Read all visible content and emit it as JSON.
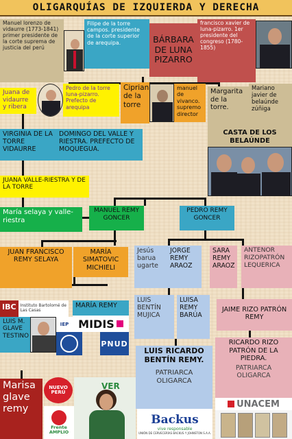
{
  "title": "OLIGARQUÍAS DE IZQUIERDA Y DERECHA",
  "nodes": {
    "manuel_vidaurre": "Manuel lorenzo de vidaurre (1773-1841) primer presidente de la corte suprema de justicia del perú",
    "felipe_torre": "Filipe de la torre campos. presidente de la corte superior de arequipa.",
    "barbara": "BÁRBARA DE LUNA PIZARRO",
    "francisco_luna": "francisco xavier de luna-pizarro. 1er presidente del congreso (1780-1855)",
    "juana_vidaurre": "Juana de vidaurre y ribera",
    "pedro_torre": "Pedro de la torre luna-pizarro. Prefecto de arequipa",
    "cipriana": "Cipriana de la torre",
    "manuel_vivanco": "manuel de vivanco. supremo director",
    "margarita": "Margarita de la torre.",
    "mariano_belaunde": "Mariano javier de belaúnde zúñiga",
    "casta_belaunde": "CASTA DE LOS BELAÚNDE",
    "virginia": "VIRGINIA DE LA TORRE VIDAURRE",
    "domingo": "DOMINGO DEL VALLE Y RIESTRA. PREFECTO DE MOQUEGUA.",
    "juana_valle": "JUANA VALLE-RIESTRA Y DE LA TORRE",
    "maria_selaya": "María selaya y valle-riestra",
    "manuel_remy": "MANUEL REMY GONCER",
    "pedro_remy": "PEDRO REMY GONCER",
    "juan_remy": "JUAN FRANCISCO REMY SELAYA",
    "maria_simatovic": "MARÍA SIMATOVIC MICHIELI",
    "jesus_barua": "Jesús barua ugarte",
    "jorge_remy": "JORGE REMY ARAOZ",
    "sara_remy": "SARA REMY ARAOZ",
    "antenor": "ANTENOR RIZOPATRÓN LEQUERICA",
    "maria_remy": "MARÍA REMY",
    "luis_glave": "LUIS M. GLAVE TESTINO",
    "luis_bentin": "LUIS BENTÍN MUJICA",
    "luisa_remy": "LUISA REMY BARÚA",
    "jaime_rizo": "JAIME RIZO PATRÓN REMY",
    "luis_ricardo": "LUIS RICARDO BENTÍN REMY.",
    "luis_ricardo_role": "PATRIARCA OLIGARCA",
    "ricardo_rizo": "RICARDO RIZO PATRÓN DE LA PIEDRA.",
    "ricardo_rizo_role": "PATRIARCA OLIGARCA",
    "marisa": "Marisa glave remy"
  },
  "logos": {
    "ibc_mark": "IBC",
    "ibc_text": "Instituto Bartolomé de Las Casas",
    "iep": "IEP",
    "midis": "MIDIS",
    "pnud": "PNUD",
    "nuevo_peru": "NUEVO PERÚ",
    "frente_amplio": "Frente AMPLIO",
    "verde": "VER",
    "backus": "Backus",
    "backus_sub": "vive responsable",
    "backus_caption": "UNIÓN DE CERVECERÍAS BACKUS Y JOHNSTON S.A.A.",
    "unacem": "UNACEM"
  },
  "colors": {
    "title_bg": "#f1c35c",
    "red": "#c0504d",
    "orange": "#f0a22a",
    "teal": "#3aa6c5",
    "yellow": "#fff200",
    "green": "#16b04a",
    "lightblue": "#b3cbe9",
    "pink": "#e8b1b8",
    "khaki": "#cdbd96",
    "darkred": "#a8221e"
  }
}
